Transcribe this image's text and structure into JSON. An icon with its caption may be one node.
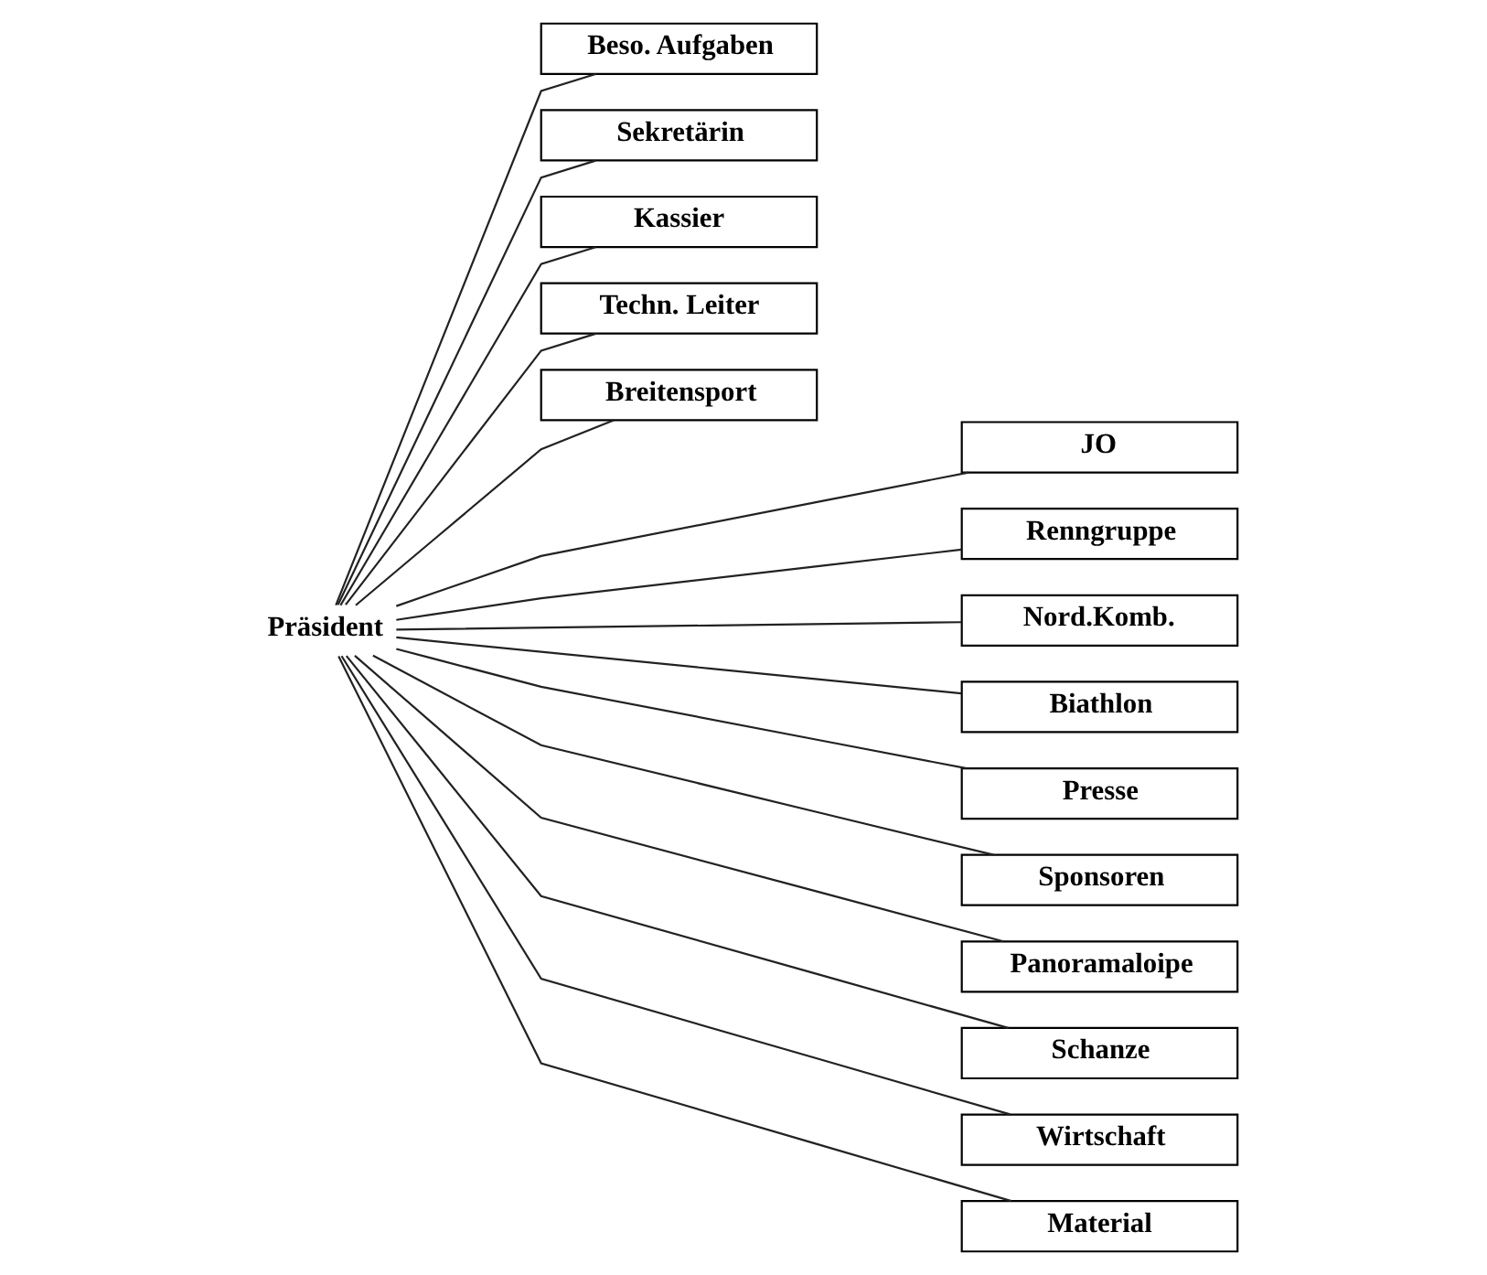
{
  "diagram": {
    "nodes": [
      {
        "text": [
          "Präsident"
        ]
      },
      {
        "text": [
          "Beso. Aufgaben"
        ]
      },
      {
        "text": [
          "Sekretärin"
        ]
      },
      {
        "text": [
          "Kassier"
        ]
      },
      {
        "text": [
          "Techn. Leiter"
        ]
      },
      {
        "text": [
          "Breitensport"
        ]
      },
      {
        "text": [
          "JO"
        ]
      },
      {
        "text": [
          "Renngruppe"
        ]
      },
      {
        "text": [
          "Nord.Komb."
        ]
      },
      {
        "text": [
          "Biathlon"
        ]
      },
      {
        "text": [
          "Presse"
        ]
      },
      {
        "text": [
          "Sponsoren"
        ]
      },
      {
        "text": [
          "Panoramaloipe"
        ]
      },
      {
        "text": [
          "Schanze"
        ]
      },
      {
        "text": [
          "Wirtschaft"
        ]
      },
      {
        "text": [
          "Material"
        ]
      }
    ],
    "edges": [
      {
        "from": 0,
        "to": 1,
        "arrow": "none"
      },
      {
        "from": 0,
        "to": 2,
        "arrow": "none"
      },
      {
        "from": 0,
        "to": 3,
        "arrow": "none"
      },
      {
        "from": 0,
        "to": 4,
        "arrow": "none"
      },
      {
        "from": 0,
        "to": 5,
        "arrow": "none"
      },
      {
        "from": 0,
        "to": 6,
        "arrow": "none"
      },
      {
        "from": 0,
        "to": 7,
        "arrow": "none"
      },
      {
        "from": 0,
        "to": 8,
        "arrow": "none"
      },
      {
        "from": 0,
        "to": 9,
        "arrow": "none"
      },
      {
        "from": 0,
        "to": 10,
        "arrow": "none"
      },
      {
        "from": 0,
        "to": 11,
        "arrow": "none"
      },
      {
        "from": 0,
        "to": 12,
        "arrow": "none"
      },
      {
        "from": 0,
        "to": 13,
        "arrow": "none"
      },
      {
        "from": 0,
        "to": 14,
        "arrow": "none"
      },
      {
        "from": 0,
        "to": 15,
        "arrow": "none"
      }
    ]
  }
}
